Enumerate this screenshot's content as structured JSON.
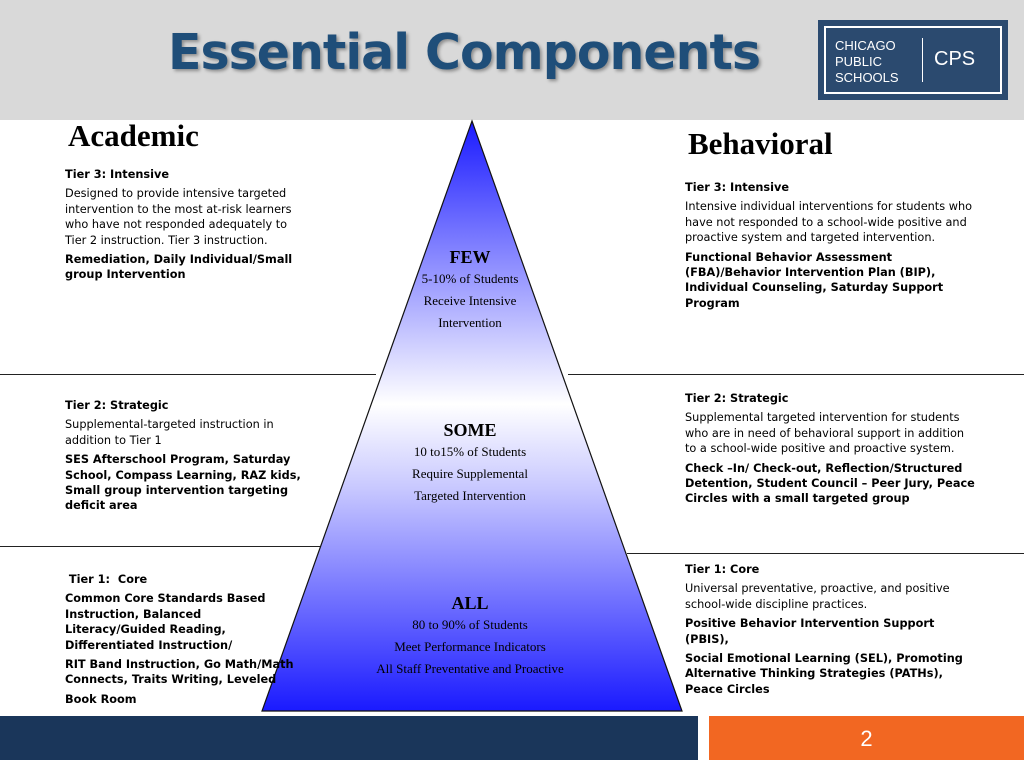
{
  "slide": {
    "title": "Essential Components",
    "page_number": "2"
  },
  "logo": {
    "line1": "CHICAGO",
    "line2": "PUBLIC",
    "line3": "SCHOOLS",
    "abbr": "CPS"
  },
  "academic": {
    "heading": "Academic",
    "tier3": {
      "label": "Tier 3:   Intensive",
      "description": "Designed to provide intensive targeted intervention to the most at-risk learners who have not responded adequately to Tier 2 instruction. Tier 3 instruction.",
      "examples": "Remediation, Daily Individual/Small group Intervention"
    },
    "tier2": {
      "label": "Tier 2:  Strategic",
      "description": "Supplemental-targeted instruction in addition to Tier 1",
      "examples": "SES Afterschool Program, Saturday School, Compass Learning, RAZ kids, Small group intervention targeting deficit area"
    },
    "tier1": {
      "label": " Tier 1:  Core",
      "examples1": "Common Core Standards Based Instruction, Balanced Literacy/Guided Reading, Differentiated Instruction/",
      "examples2": "RIT Band Instruction, Go Math/Math Connects, Traits Writing, Leveled",
      "examples3": "Book Room"
    }
  },
  "behavioral": {
    "heading": "Behavioral",
    "tier3": {
      "label": "Tier 3:   Intensive",
      "description": "Intensive individual interventions for students who have not responded to a school-wide positive and proactive system and targeted intervention.",
      "examples": "Functional Behavior Assessment (FBA)/Behavior Intervention Plan (BIP), Individual Counseling, Saturday Support Program"
    },
    "tier2": {
      "label": "Tier 2:  Strategic",
      "description": "Supplemental targeted intervention for students who are in need of behavioral support in addition to a school-wide positive and proactive system.",
      "examples": "Check –In/ Check-out, Reflection/Structured Detention, Student Council – Peer Jury, Peace Circles with a small targeted group"
    },
    "tier1": {
      "label": "Tier 1:  Core",
      "description": "Universal preventative, proactive, and positive school-wide discipline  practices.",
      "examples1": "Positive Behavior Intervention Support (PBIS),",
      "examples2": "Social Emotional Learning (SEL), Promoting Alternative Thinking Strategies (PATHs), Peace Circles"
    }
  },
  "pyramid": {
    "few": {
      "heading": "FEW",
      "line1": "5-10% of Students",
      "line2": "Receive Intensive",
      "line3": "Intervention"
    },
    "some": {
      "heading": "SOME",
      "line1": "10 to15% of Students",
      "line2": "Require Supplemental",
      "line3": "Targeted Intervention"
    },
    "all": {
      "heading": "ALL",
      "line1": "80 to 90% of Students",
      "line2": "Meet Performance Indicators",
      "line3": "All Staff Preventative and Proactive"
    }
  },
  "colors": {
    "title": "#1f4e79",
    "header_bg": "#d9d9d9",
    "logo_bg": "#2b4a6f",
    "footer_navy": "#1a365a",
    "footer_orange": "#f26722",
    "pyramid_top": "#1a1aff",
    "pyramid_mid": "#ffffff",
    "pyramid_bottom": "#1a1aff"
  }
}
